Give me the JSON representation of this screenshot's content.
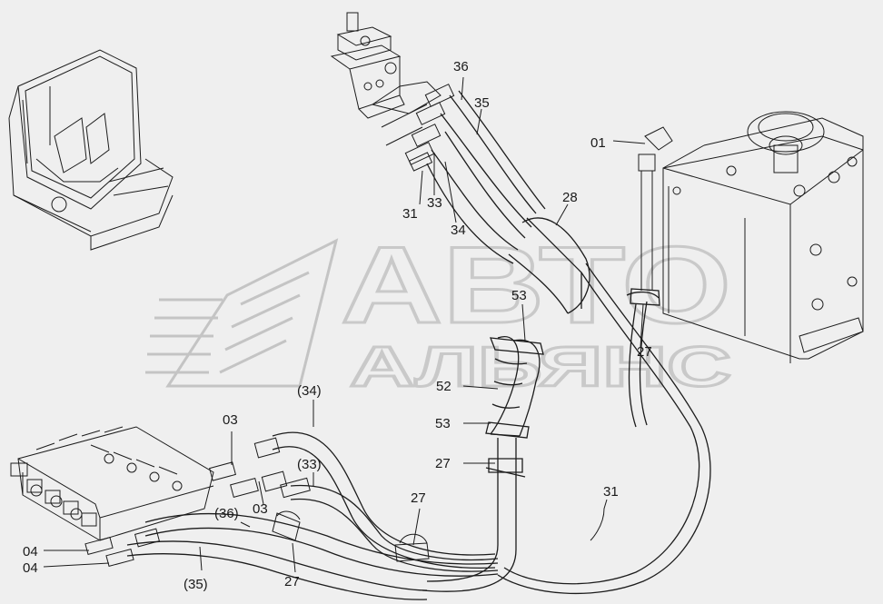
{
  "watermark": {
    "line1": "АВТО",
    "line2": "АЛЬЯНС"
  },
  "labels": {
    "l01": "01",
    "l03a": "03",
    "l03b": "03",
    "l04a": "04",
    "l04b": "04",
    "l27a": "27",
    "l27b": "27",
    "l27c": "27",
    "l27d": "27",
    "l28": "28",
    "l31a": "31",
    "l31b": "31",
    "l33a": "33",
    "l33b": "(33)",
    "l34a": "34",
    "l34b": "(34)",
    "l35a": "35",
    "l35b": "(35)",
    "l36a": "36",
    "l36b": "(36)",
    "l52": "52",
    "l53a": "53",
    "l53b": "53"
  }
}
